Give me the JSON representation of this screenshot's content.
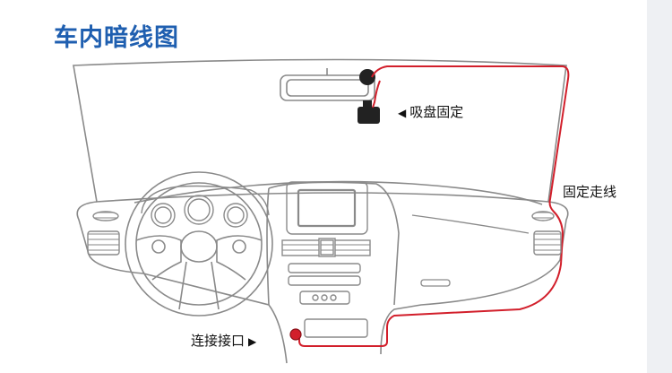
{
  "title": "车内暗线图",
  "labels": {
    "suction_mount": "吸盘固定",
    "fixed_routing": "固定走线",
    "connection_port": "连接接口"
  },
  "markers": {
    "left_arrow": "◀",
    "right_arrow": "▶"
  },
  "colors": {
    "title": "#1f5fb0",
    "cable": "#d21f2b",
    "outline": "#8a8a8a"
  }
}
